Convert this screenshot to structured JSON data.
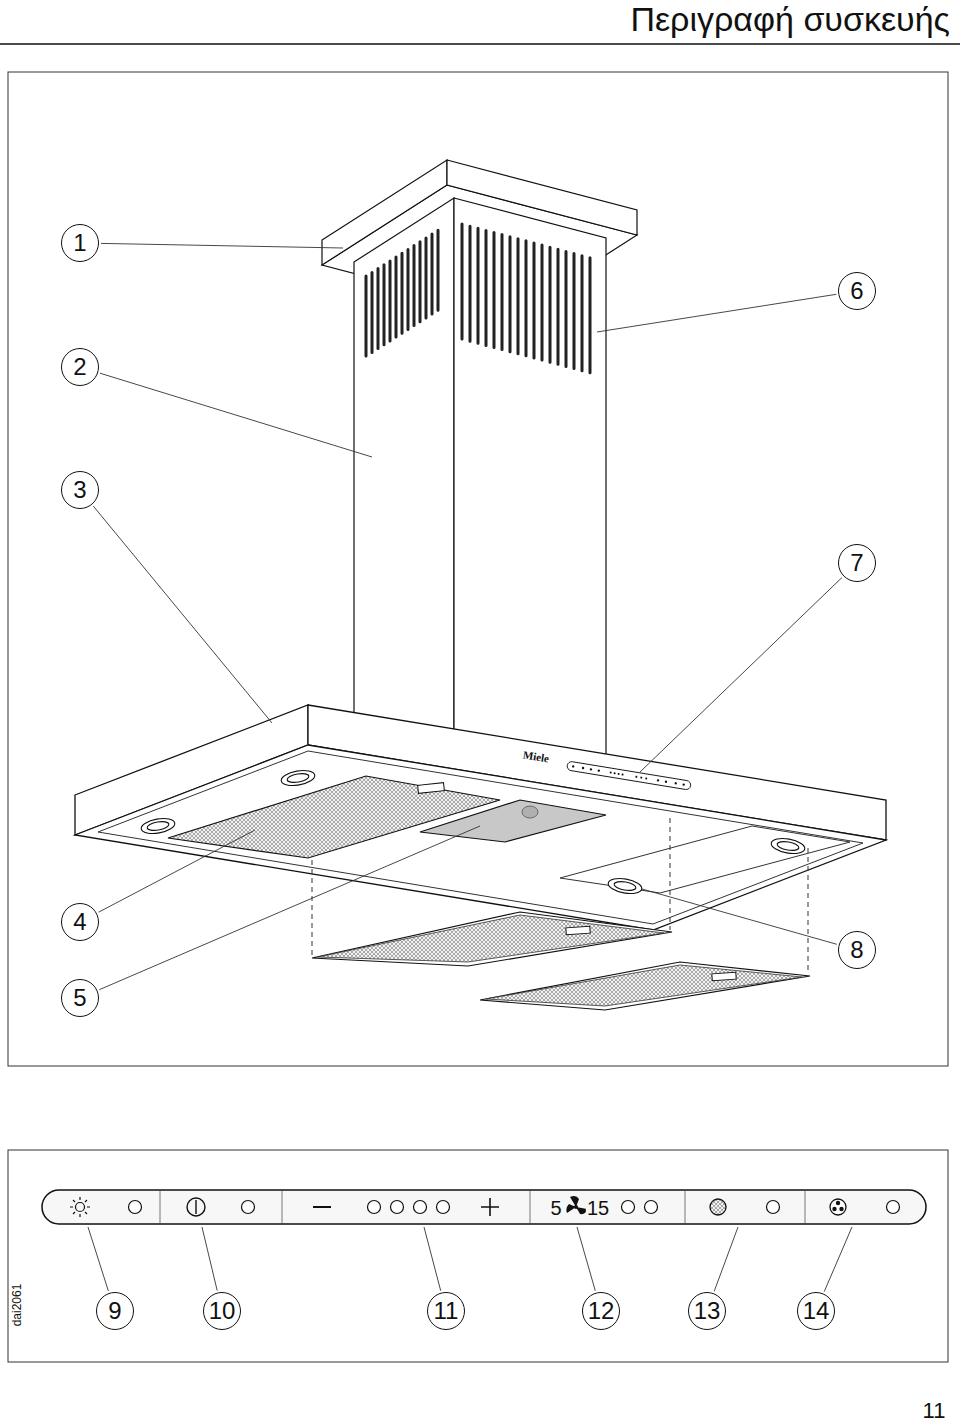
{
  "diagram": {
    "title": "Περιγραφή συσκευής",
    "labels": [
      "1",
      "2",
      "3",
      "4",
      "5",
      "6",
      "7",
      "8",
      "9",
      "10",
      "11",
      "12",
      "13",
      "14",
      "Miele",
      "5",
      "15",
      "dai2061",
      "11"
    ]
  }
}
